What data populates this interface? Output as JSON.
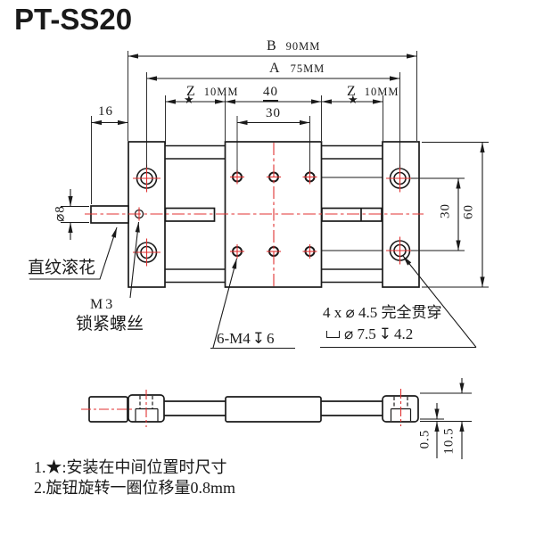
{
  "title": "PT-SS20",
  "colors": {
    "line": "#1a1a1a",
    "centerline": "#e03131",
    "background": "#ffffff"
  },
  "dims": {
    "B_label": "B",
    "B_value": "90MM",
    "A_label": "A",
    "A_value": "75MM",
    "Z_left_label": "Z",
    "Z_left_value": "10MM",
    "Z_right_label": "Z",
    "Z_right_value": "10MM",
    "star": "★",
    "carriage_width": "40",
    "hole_span_top": "30",
    "shaft_length": "16",
    "shaft_dia": "⌀8",
    "hole_span_right": "30",
    "body_height": "60",
    "side_step": "0.5",
    "side_height": "10.5"
  },
  "annotations": {
    "knurl": "直纹滚花",
    "m3": "M3",
    "m3_screw": "锁紧螺丝",
    "tapped_prefix": "6-M4",
    "tapped_depth_symbol": "↧",
    "tapped_depth": "6",
    "through_holes": "4 x ⌀ 4.5 完全贯穿",
    "cbore_dia": "⌀ 7.5",
    "cbore_depth_symbol": "↧",
    "cbore_depth": "4.2"
  },
  "notes": {
    "line1": "1.★:安装在中间位置时尺寸",
    "line2": "2.旋钮旋转一圈位移量0.8mm"
  }
}
